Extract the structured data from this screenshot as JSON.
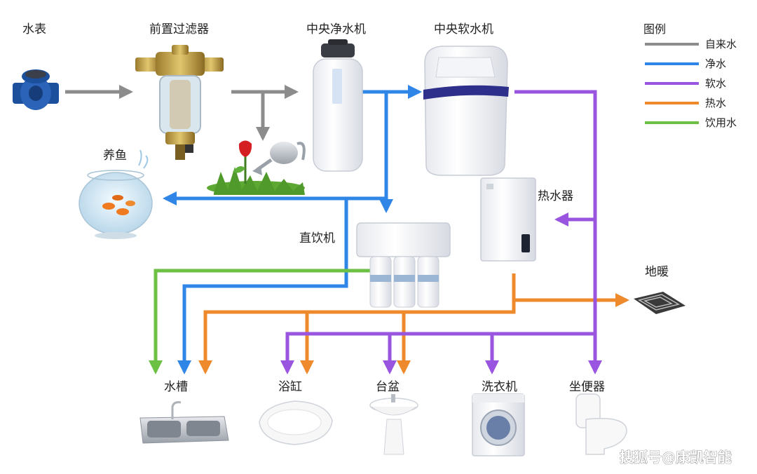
{
  "colors": {
    "tap_water": "#8c8c8c",
    "pure_water": "#2f86e6",
    "soft_water": "#9a55e0",
    "hot_water": "#ee8a2c",
    "drinking_water": "#6cc043"
  },
  "labels": {
    "water_meter": "水表",
    "pre_filter": "前置过滤器",
    "central_purifier": "中央净水机",
    "central_softener": "中央软水机",
    "fish_tank": "养鱼",
    "direct_drink": "直饮机",
    "water_heater": "热水器",
    "floor_heating": "地暖",
    "sink": "水槽",
    "bathtub": "浴缸",
    "basin": "台盆",
    "washing_machine": "洗衣机",
    "toilet": "坐便器"
  },
  "legend": {
    "title": "图例",
    "items": [
      {
        "label": "自来水",
        "color": "#8c8c8c"
      },
      {
        "label": "净水",
        "color": "#2f86e6"
      },
      {
        "label": "软水",
        "color": "#9a55e0"
      },
      {
        "label": "热水",
        "color": "#ee8a2c"
      },
      {
        "label": "饮用水",
        "color": "#6cc043"
      }
    ]
  },
  "watermark": "搜狐号@康凯智能"
}
